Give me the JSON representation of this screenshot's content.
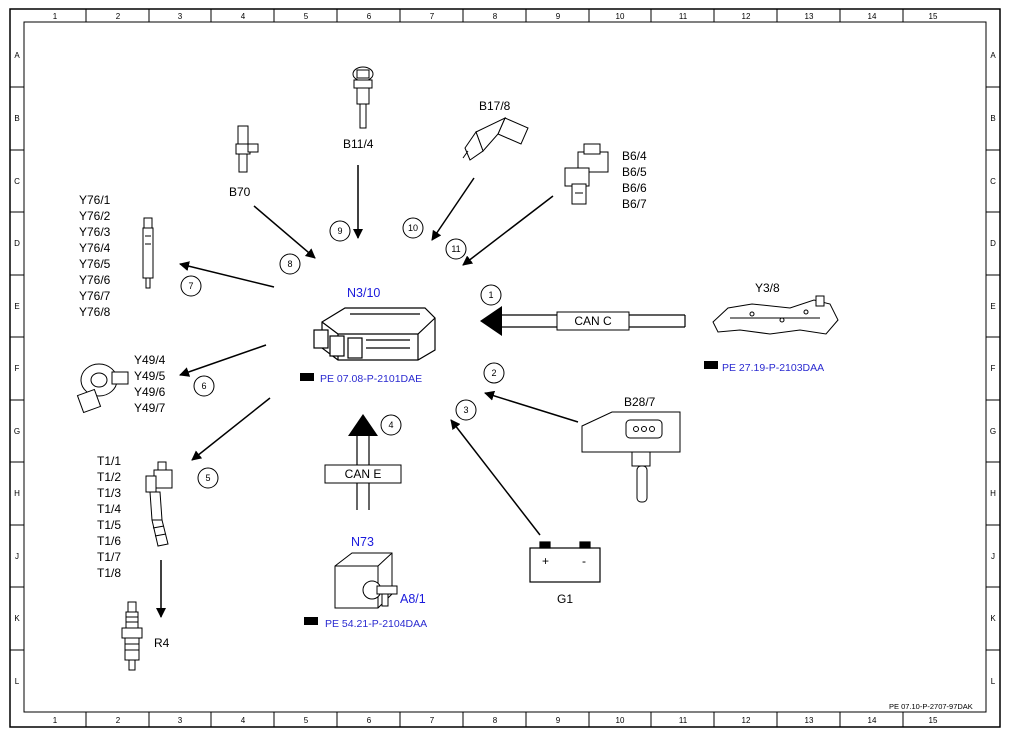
{
  "grid": {
    "columns": [
      "1",
      "2",
      "3",
      "4",
      "5",
      "6",
      "7",
      "8",
      "9",
      "10",
      "11",
      "12",
      "13",
      "14",
      "15"
    ],
    "rows": [
      "A",
      "B",
      "C",
      "D",
      "E",
      "F",
      "G",
      "H",
      "J",
      "K",
      "L"
    ]
  },
  "center": {
    "label": "N3/10",
    "ref": "PE 07.08-P-2101DAE"
  },
  "bus_can_c": "CAN C",
  "bus_can_e": "CAN E",
  "components": {
    "b11_4": "B11/4",
    "b17_8": "B17/8",
    "b70": "B70",
    "b6": [
      "B6/4",
      "B6/5",
      "B6/6",
      "B6/7"
    ],
    "y76": [
      "Y76/1",
      "Y76/2",
      "Y76/3",
      "Y76/4",
      "Y76/5",
      "Y76/6",
      "Y76/7",
      "Y76/8"
    ],
    "y3_8": {
      "label": "Y3/8",
      "ref": "PE 27.19-P-2103DAA"
    },
    "y49": [
      "Y49/4",
      "Y49/5",
      "Y49/6",
      "Y49/7"
    ],
    "b28_7": "B28/7",
    "t1": [
      "T1/1",
      "T1/2",
      "T1/3",
      "T1/4",
      "T1/5",
      "T1/6",
      "T1/7",
      "T1/8"
    ],
    "r4": "R4",
    "n73": {
      "label": "N73",
      "sub": "A8/1",
      "ref": "PE 54.21-P-2104DAA"
    },
    "g1": {
      "label": "G1",
      "plus": "+",
      "minus": "-"
    }
  },
  "callouts": [
    "1",
    "2",
    "3",
    "4",
    "5",
    "6",
    "7",
    "8",
    "9",
    "10",
    "11"
  ],
  "footer_ref": "PE 07.10-P-2707-97DAK"
}
